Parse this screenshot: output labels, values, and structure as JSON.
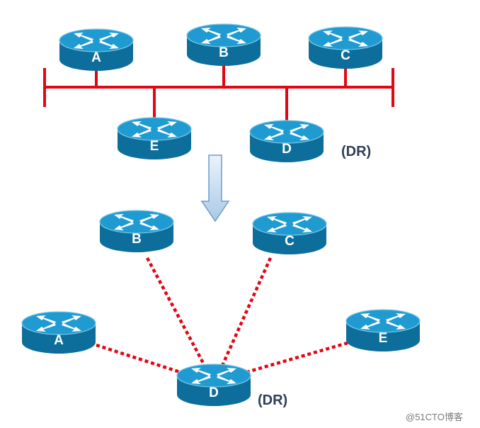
{
  "colors": {
    "bus": "#e30613",
    "link": "#e30613",
    "router_top": "#1f9bd1",
    "router_side": "#0d6e9c",
    "router_rim": "#7fc7e6",
    "arrow_top": "#eaf3fb",
    "arrow_bottom": "#a9c9e8",
    "arrow_stroke": "#6f9cc9"
  },
  "icons": {
    "router": "router-icon",
    "arrow": "down-arrow-icon"
  },
  "top": {
    "routers": [
      {
        "id": "A",
        "label": "A"
      },
      {
        "id": "B",
        "label": "B"
      },
      {
        "id": "C",
        "label": "C"
      },
      {
        "id": "E",
        "label": "E"
      },
      {
        "id": "D",
        "label": "D"
      }
    ],
    "dr_label": "(DR)"
  },
  "bottom": {
    "routers": [
      {
        "id": "B",
        "label": "B"
      },
      {
        "id": "C",
        "label": "C"
      },
      {
        "id": "A",
        "label": "A"
      },
      {
        "id": "E",
        "label": "E"
      },
      {
        "id": "D",
        "label": "D"
      }
    ],
    "dr_label": "(DR)",
    "hub": "D",
    "links": [
      "B",
      "C",
      "A",
      "E"
    ]
  },
  "watermark": "@51CTO博客"
}
